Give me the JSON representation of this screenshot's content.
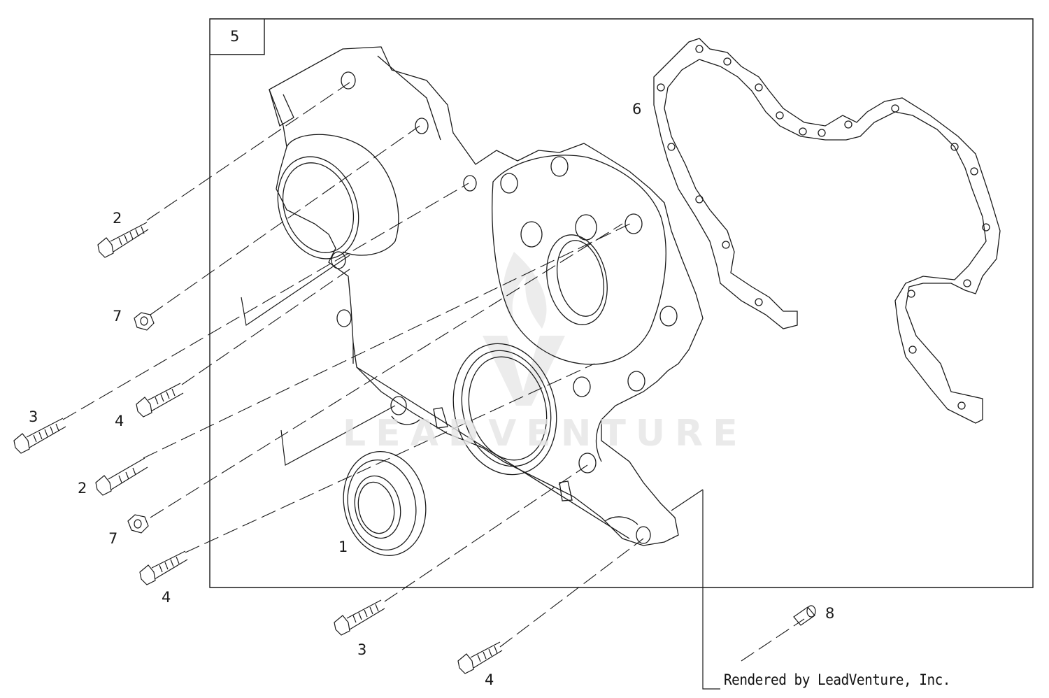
{
  "diagram": {
    "box_label": "5",
    "callouts": {
      "c1": "1",
      "c2a": "2",
      "c2b": "2",
      "c3a": "3",
      "c3b": "3",
      "c4a": "4",
      "c4b": "4",
      "c4c": "4",
      "c6": "6",
      "c7a": "7",
      "c7b": "7",
      "c8": "8"
    },
    "credit": "Rendered by LeadVenture, Inc.",
    "watermark": "LEADVENTURE"
  },
  "colors": {
    "line": "#1a1a1a",
    "watermark": "#e6e6e6"
  }
}
